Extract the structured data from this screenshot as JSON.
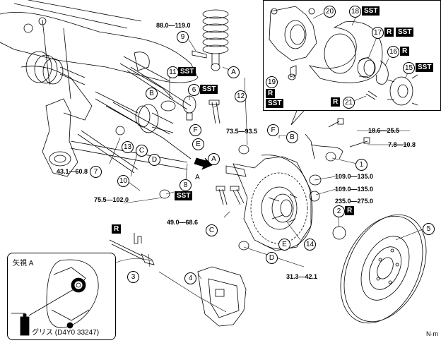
{
  "figure": {
    "unit": "N·m",
    "view_label": "矢視 A",
    "arrow_label": "A",
    "grease_label": "グリス (D4Y0 33247)"
  },
  "badges": {
    "sst": "SST",
    "r": "R"
  },
  "part_numbers": [
    "1",
    "2",
    "3",
    "4",
    "5",
    "6",
    "7",
    "8",
    "9",
    "10",
    "11",
    "12",
    "13",
    "14",
    "15",
    "16",
    "17",
    "18",
    "19",
    "20",
    "21"
  ],
  "letters": [
    "A",
    "B",
    "C",
    "D",
    "E",
    "F"
  ],
  "torques": {
    "t9": "88.0—119.0",
    "t_73": "73.5—93.5",
    "t_18": "18.6—25.5",
    "t_7": "7.8—10.8",
    "t_109a": "109.0—135.0",
    "t_109b": "109.0—135.0",
    "t_235": "235.0—275.0",
    "t_43": "43.1—60.8",
    "t_75": "75.5—102.0",
    "t_49": "49.0—68.6",
    "t_31": "31.3—42.1"
  }
}
